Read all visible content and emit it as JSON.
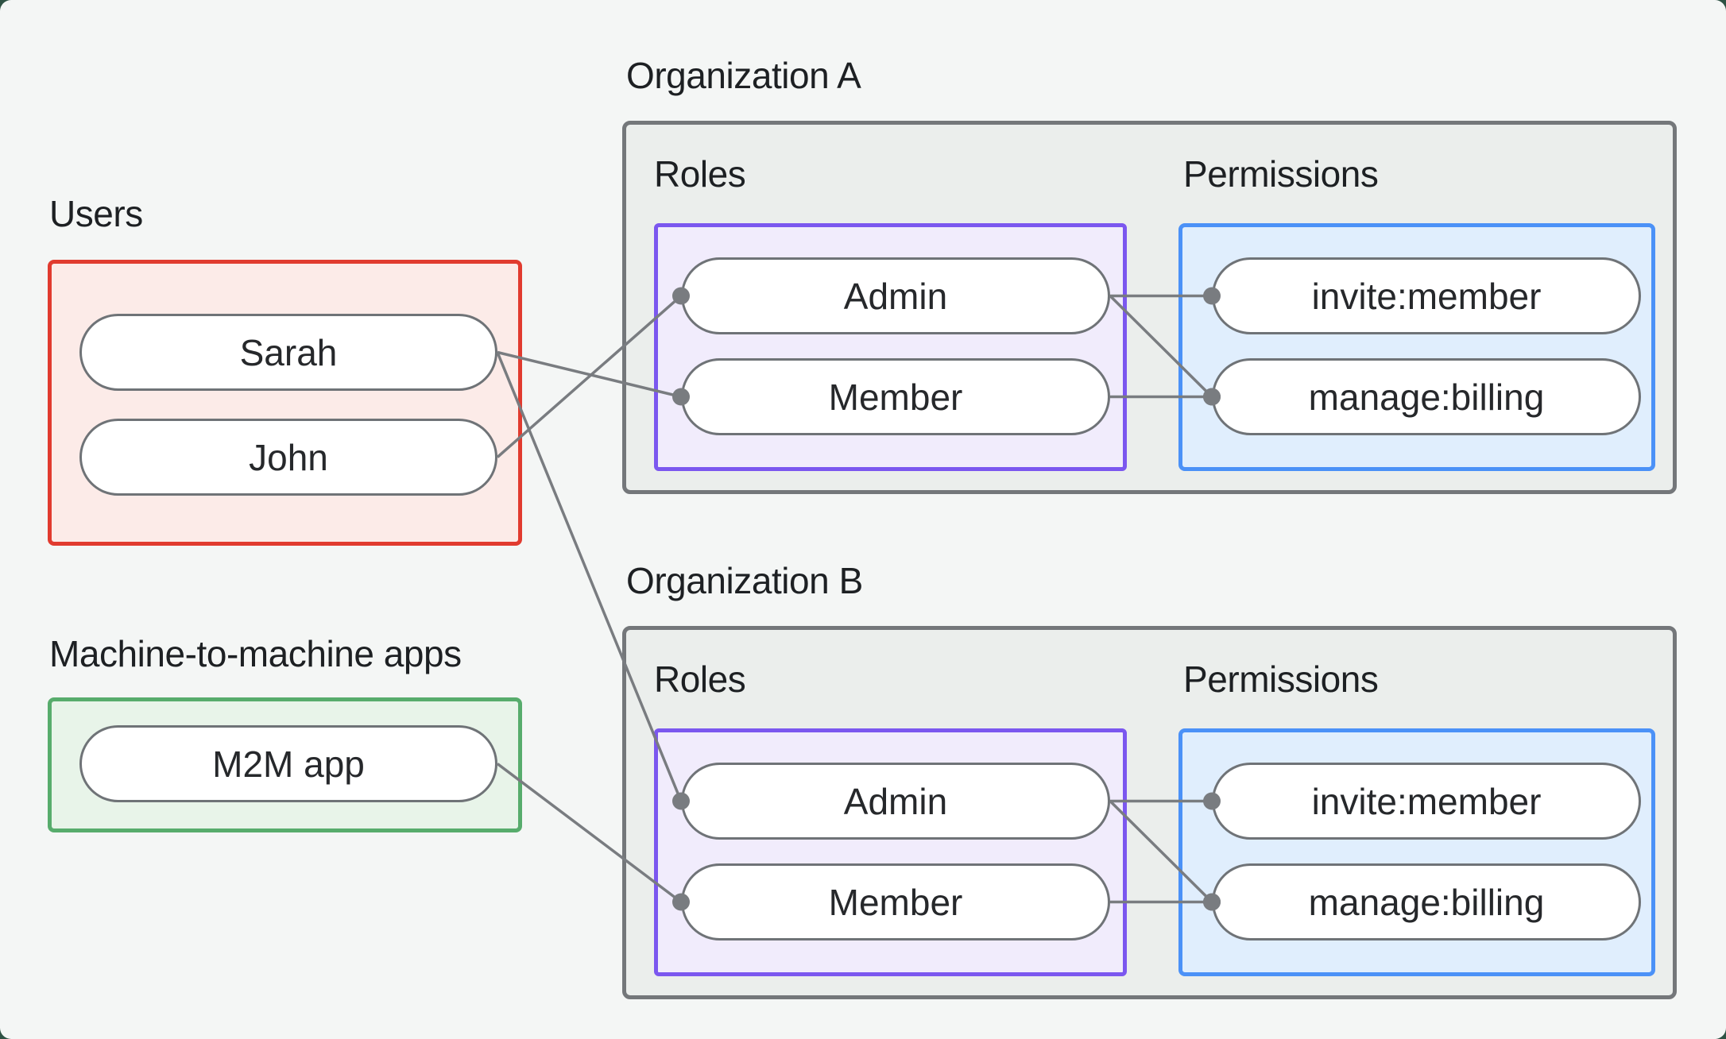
{
  "card": {
    "background": "#f4f6f5",
    "surface_behind": "#2e5244"
  },
  "palette": {
    "heading_text": "#1d2023",
    "pill_text": "#26282b",
    "pill_bg": "#ffffff",
    "pill_border": "#6f7377",
    "connector": "#797c80",
    "users_border": "#e13b2f",
    "users_bg": "#fcebe8",
    "m2m_border": "#57ac6c",
    "m2m_bg": "#e8f4e9",
    "org_border": "#74777a",
    "org_bg": "#ebeeec",
    "roles_border": "#7b57ef",
    "roles_bg": "#f1ecfc",
    "permissions_border": "#4b91f7",
    "permissions_bg": "#e0eefd"
  },
  "users_group": {
    "label": "Users",
    "items": [
      {
        "id": "users.sarah",
        "label": "Sarah"
      },
      {
        "id": "users.john",
        "label": "John"
      }
    ]
  },
  "m2m_group": {
    "label": "Machine-to-machine apps",
    "items": [
      {
        "id": "m2m.app",
        "label": "M2M app"
      }
    ]
  },
  "organizations": [
    {
      "title": "Organization A",
      "roles": {
        "label": "Roles",
        "items": [
          {
            "id": "orgA.role.admin",
            "label": "Admin"
          },
          {
            "id": "orgA.role.member",
            "label": "Member"
          }
        ]
      },
      "permissions": {
        "label": "Permissions",
        "items": [
          {
            "id": "orgA.perm.invite",
            "label": "invite:member"
          },
          {
            "id": "orgA.perm.manage",
            "label": "manage:billing"
          }
        ]
      }
    },
    {
      "title": "Organization B",
      "roles": {
        "label": "Roles",
        "items": [
          {
            "id": "orgB.role.admin",
            "label": "Admin"
          },
          {
            "id": "orgB.role.member",
            "label": "Member"
          }
        ]
      },
      "permissions": {
        "label": "Permissions",
        "items": [
          {
            "id": "orgB.perm.invite",
            "label": "invite:member"
          },
          {
            "id": "orgB.perm.manage",
            "label": "manage:billing"
          }
        ]
      }
    }
  ],
  "connections": [
    {
      "from": "users.sarah",
      "to": "orgA.role.member"
    },
    {
      "from": "users.john",
      "to": "orgA.role.admin"
    },
    {
      "from": "users.sarah",
      "to": "orgB.role.admin"
    },
    {
      "from": "m2m.app",
      "to": "orgB.role.member"
    },
    {
      "from": "orgA.role.admin",
      "to": "orgA.perm.invite"
    },
    {
      "from": "orgA.role.admin",
      "to": "orgA.perm.manage"
    },
    {
      "from": "orgA.role.member",
      "to": "orgA.perm.manage"
    },
    {
      "from": "orgB.role.admin",
      "to": "orgB.perm.invite"
    },
    {
      "from": "orgB.role.admin",
      "to": "orgB.perm.manage"
    },
    {
      "from": "orgB.role.member",
      "to": "orgB.perm.manage"
    }
  ]
}
